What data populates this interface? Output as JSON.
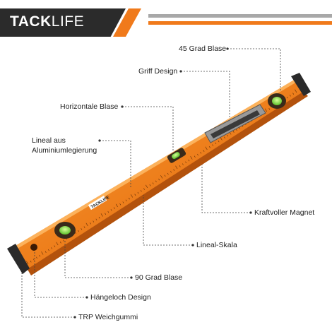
{
  "brand": {
    "logo_bold": "TACK",
    "logo_light": "LIFE",
    "level_badge": "TACKLIFE"
  },
  "labels": {
    "grad45": "45 Grad Blase",
    "griff": "Griff Design",
    "horizontal": "Horizontale Blase",
    "lineal_line1": "Lineal aus",
    "lineal_line2": "Aluminiumlegierung",
    "magnet": "Kraftvoller Magnet",
    "skala": "Lineal-Skala",
    "grad90": "90 Grad Blase",
    "haengeloch": "Hängeloch Design",
    "trp": "TRP Weichgummi"
  },
  "colors": {
    "accent_orange": "#f07a1b",
    "dark_grey": "#2b2b2b",
    "line_grey": "#a8a8a8",
    "bubble_green": "#9be65a"
  }
}
